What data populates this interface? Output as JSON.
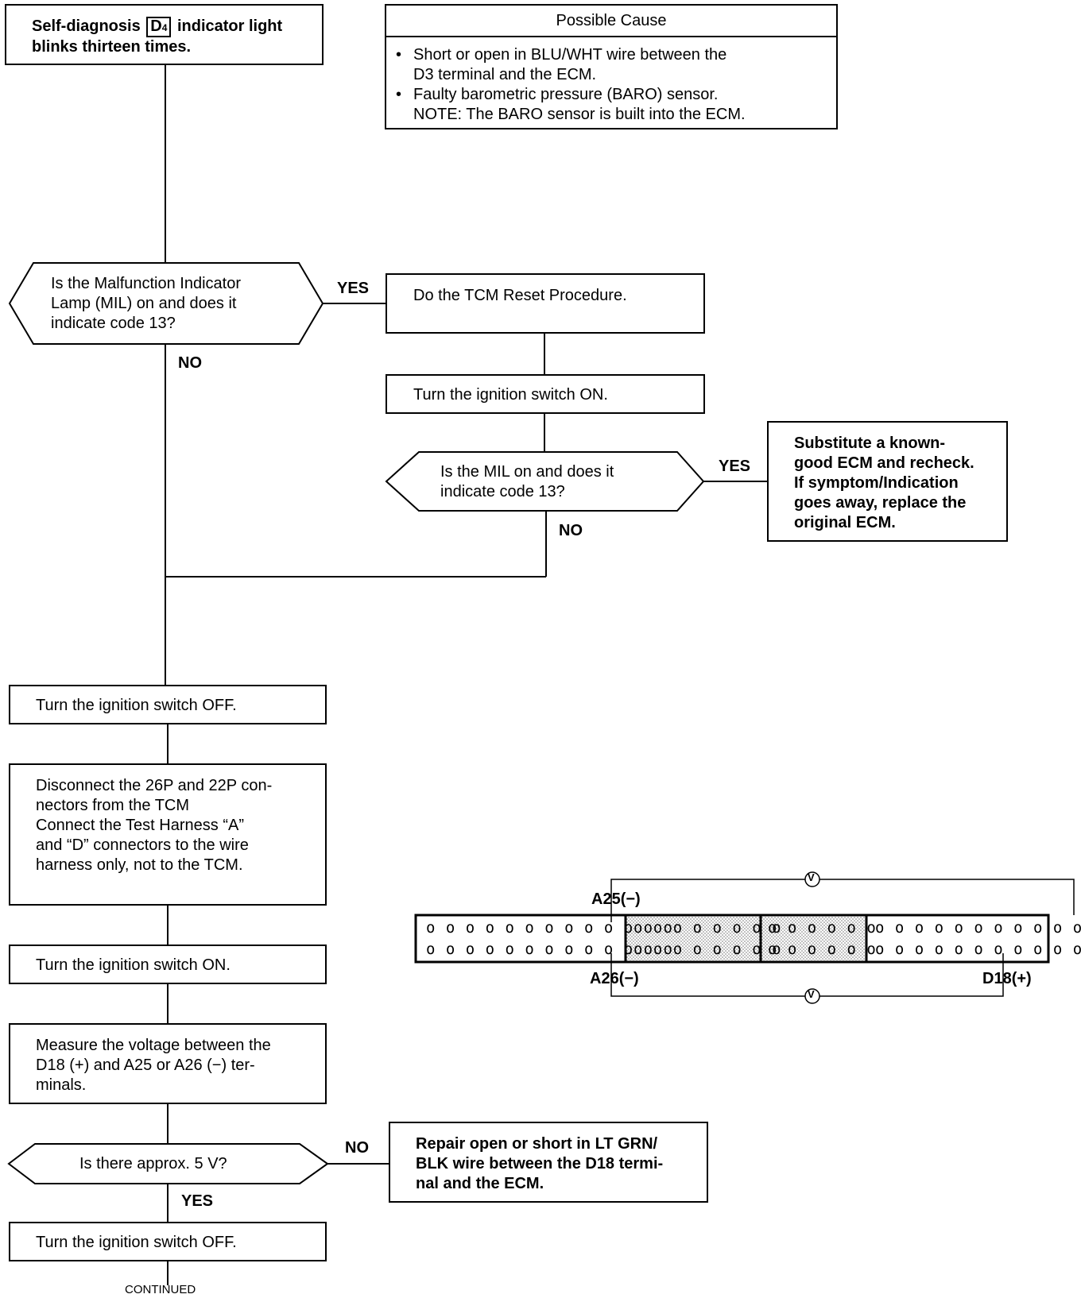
{
  "start": {
    "text_before": "Self-diagnosis",
    "badge_letter": "D",
    "badge_sub": "4",
    "text_after_1": "indicator light",
    "text_after_2": "blinks thirteen times."
  },
  "possible_cause": {
    "title": "Possible Cause",
    "bullet_1_line_1": "Short or open in BLU/WHT wire between the",
    "bullet_1_line_2": "D3 terminal and the ECM.",
    "bullet_2_line_1": "Faulty barometric pressure (BARO) sensor.",
    "note": "NOTE: The BARO sensor is built into the ECM."
  },
  "decision_mil": {
    "line_1": "Is the Malfunction Indicator",
    "line_2": "Lamp (MIL) on and does it",
    "line_3": "indicate code 13?",
    "yes": "YES",
    "no": "NO"
  },
  "tcm_reset": "Do the TCM Reset Procedure.",
  "ign_on_1": "Turn the ignition switch ON.",
  "decision_mil_2": {
    "line_1": "Is the MIL on and does it",
    "line_2": "indicate code 13?",
    "yes": "YES",
    "no": "NO"
  },
  "substitute": {
    "line_1": "Substitute  a  known-",
    "line_2": "good ECM and recheck.",
    "line_3": "If  symptom/Indication",
    "line_4": "goes away, replace the",
    "line_5": "original ECM."
  },
  "ign_off_1": "Turn the ignition switch OFF.",
  "disconnect": {
    "line_1": "Disconnect the 26P and 22P con-",
    "line_2": "nectors from the TCM",
    "line_3": "Connect the Test Harness “A”",
    "line_4": "and “D” connectors to the wire",
    "line_5": "harness only, not to the TCM."
  },
  "ign_on_2": "Turn the ignition switch ON.",
  "measure": {
    "line_1": "Measure the voltage between the",
    "line_2": "D18 (+) and A25 or A26 (−) ter-",
    "line_3": "minals."
  },
  "decision_5v": {
    "text": "Is there approx. 5 V?",
    "yes": "YES",
    "no": "NO"
  },
  "repair": {
    "line_1": "Repair open or short in LT GRN/",
    "line_2": "BLK wire between the D18 termi-",
    "line_3": "nal and the ECM."
  },
  "ign_off_2": "Turn the ignition switch OFF.",
  "continued": "CONTINUED",
  "connector": {
    "label_a25": "A25(−)",
    "label_a26": "A26(−)",
    "label_d18": "D18(+)",
    "meter_symbol": "V",
    "seg1_row": "o o o o o o o o o o o o o",
    "seg2_row": "o o o o o o o o",
    "seg3_row": "o o o o o o",
    "seg4_row": "o o o o o o o o o o o"
  }
}
